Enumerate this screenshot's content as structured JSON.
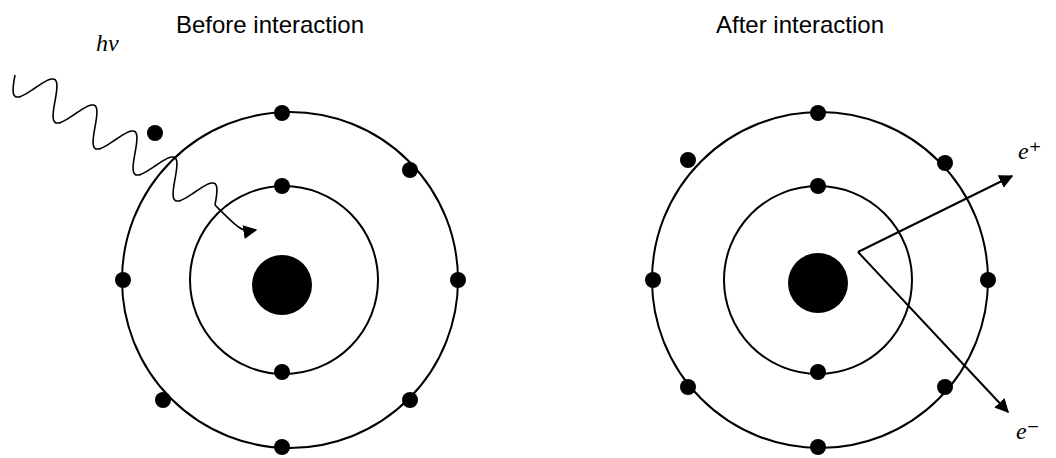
{
  "diagram": {
    "labels": [
      "Before interaction",
      "After interaction",
      "hv",
      "e⁺",
      "e⁻"
    ]
  }
}
